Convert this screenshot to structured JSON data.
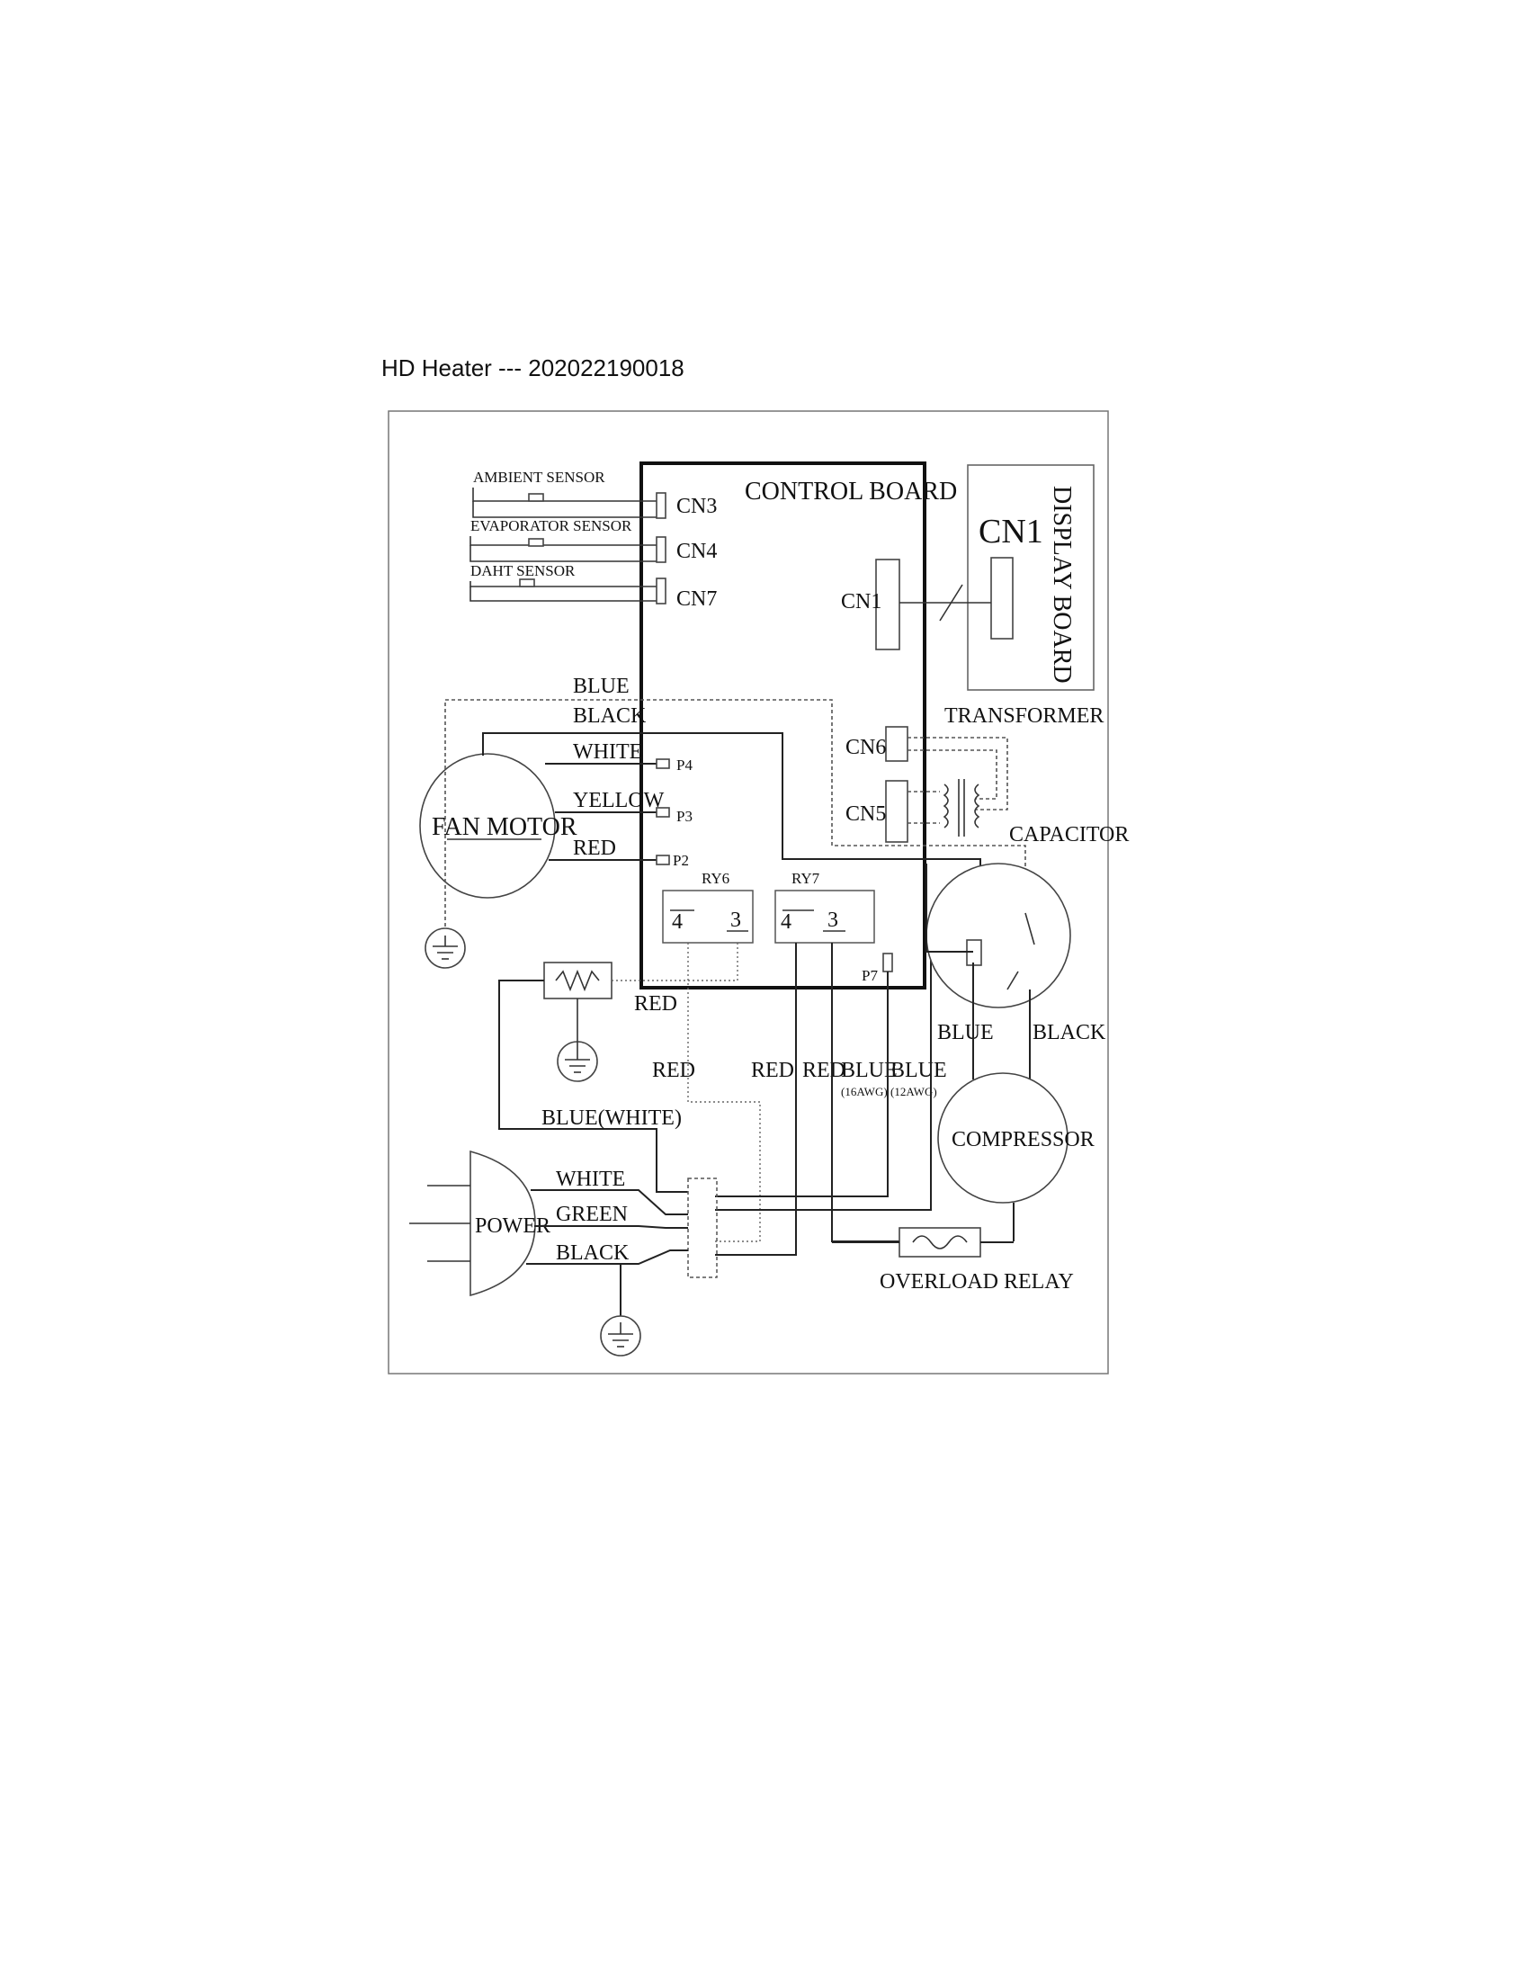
{
  "title": "HD Heater --- 202022190018",
  "labels": {
    "control_board": "CONTROL BOARD",
    "display_board": "DISPLAY BOARD",
    "display_cn1": "CN1",
    "cn1": "CN1",
    "cn3": "CN3",
    "cn4": "CN4",
    "cn7": "CN7",
    "cn6": "CN6",
    "cn5": "CN5",
    "ambient_sensor": "AMBIENT SENSOR",
    "evaporator_sensor": "EVAPORATOR SENSOR",
    "daht_sensor": "DAHT SENSOR",
    "transformer": "TRANSFORMER",
    "capacitor": "CAPACITOR",
    "fan_motor": "FAN MOTOR",
    "compressor": "COMPRESSOR",
    "power": "POWER",
    "overload_relay": "OVERLOAD RELAY",
    "ry6": "RY6",
    "ry7": "RY7",
    "ry6_pin4": "4",
    "ry6_pin3": "3",
    "ry7_pin4": "4",
    "ry7_pin3": "3",
    "p2": "P2",
    "p3": "P3",
    "p4": "P4",
    "p7": "P7"
  },
  "wires": {
    "fan_blue": "BLUE",
    "fan_black": "BLACK",
    "fan_white": "WHITE",
    "fan_yellow": "YELLOW",
    "fan_red": "RED",
    "heater_red": "RED",
    "red_1": "RED",
    "red_2": "RED",
    "red_3": "RED",
    "blue_16": "BLUE",
    "awg_16": "(16AWG)",
    "blue_12": "BLUE",
    "awg_12": "(12AWG)",
    "comp_blue": "BLUE",
    "comp_black": "BLACK",
    "blue_white": "BLUE(WHITE)",
    "power_white": "WHITE",
    "power_green": "GREEN",
    "power_black": "BLACK"
  }
}
